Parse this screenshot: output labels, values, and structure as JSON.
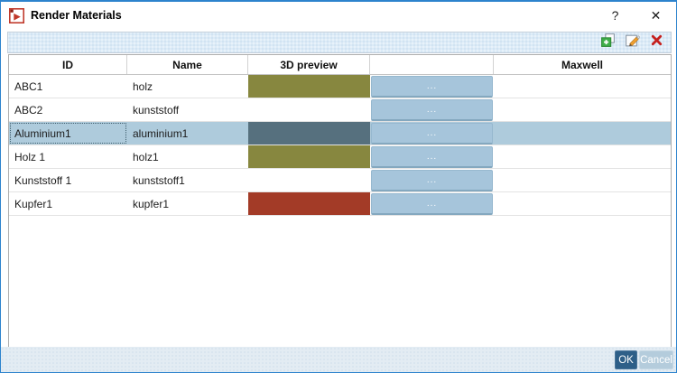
{
  "window": {
    "title": "Render Materials",
    "help_label": "?",
    "close_label": "✕"
  },
  "toolbar": {
    "buttons": [
      {
        "name": "add-material"
      },
      {
        "name": "edit-material"
      },
      {
        "name": "delete-material"
      }
    ]
  },
  "table": {
    "columns": [
      "ID",
      "Name",
      "3D preview",
      "",
      "Maxwell"
    ],
    "rows": [
      {
        "id": "ABC1",
        "name": "holz",
        "preview_color": "#87873f",
        "button": "...",
        "maxwell": "",
        "selected": false
      },
      {
        "id": "ABC2",
        "name": "kunststoff",
        "preview_color": "",
        "button": "...",
        "maxwell": "",
        "selected": false
      },
      {
        "id": "Aluminium1",
        "name": "aluminium1",
        "preview_color": "#56707e",
        "button": "...",
        "maxwell": "",
        "selected": true
      },
      {
        "id": "Holz 1",
        "name": "holz1",
        "preview_color": "#87873f",
        "button": "...",
        "maxwell": "",
        "selected": false
      },
      {
        "id": "Kunststoff 1",
        "name": "kunststoff1",
        "preview_color": "",
        "button": "...",
        "maxwell": "",
        "selected": false
      },
      {
        "id": "Kupfer1",
        "name": "kupfer1",
        "preview_color": "#a33b27",
        "button": "...",
        "maxwell": "",
        "selected": false
      }
    ]
  },
  "footer": {
    "ok_label": "OK",
    "cancel_label": "Cancel"
  },
  "colors": {
    "selection": "#aecbdc",
    "more_button": "#a6c5db",
    "ok_button": "#2e5f88",
    "cancel_button": "#b4ccdc",
    "window_border": "#2d83cd",
    "delete_icon": "#c5211f",
    "add_icon_green": "#3fae49",
    "edit_pencil_orange": "#f0a030",
    "app_icon_red": "#c0392b"
  }
}
